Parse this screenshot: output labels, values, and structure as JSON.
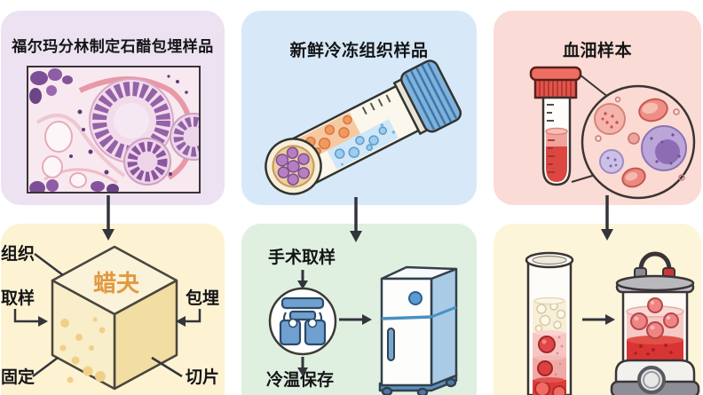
{
  "panels": {
    "ffpe": {
      "title": "福尔玛分林制定石醋包埋样品"
    },
    "frozen": {
      "title": "新鲜冷冻组织样品"
    },
    "blood": {
      "title": "血沺样本"
    },
    "paraffin": {
      "block_label": "蜡夬",
      "labels": {
        "tissue": "组织",
        "sampling": "取样",
        "fixation": "固定",
        "embedding": "包埋",
        "sectioning": "切片"
      }
    },
    "freezing": {
      "step_top": "手术取样",
      "step_bottom": "冷温保存"
    }
  },
  "colors": {
    "ffpe_bg": "#ece2f1",
    "frozen_bg": "#d7e9f8",
    "blood_bg": "#fadbd5",
    "paraffin_bg": "#fdf3d3",
    "freezing_bg": "#dff0e1",
    "separation_bg": "#fdf5d9",
    "arrow": "#34343c",
    "wax_label_color": "#e09a40"
  }
}
